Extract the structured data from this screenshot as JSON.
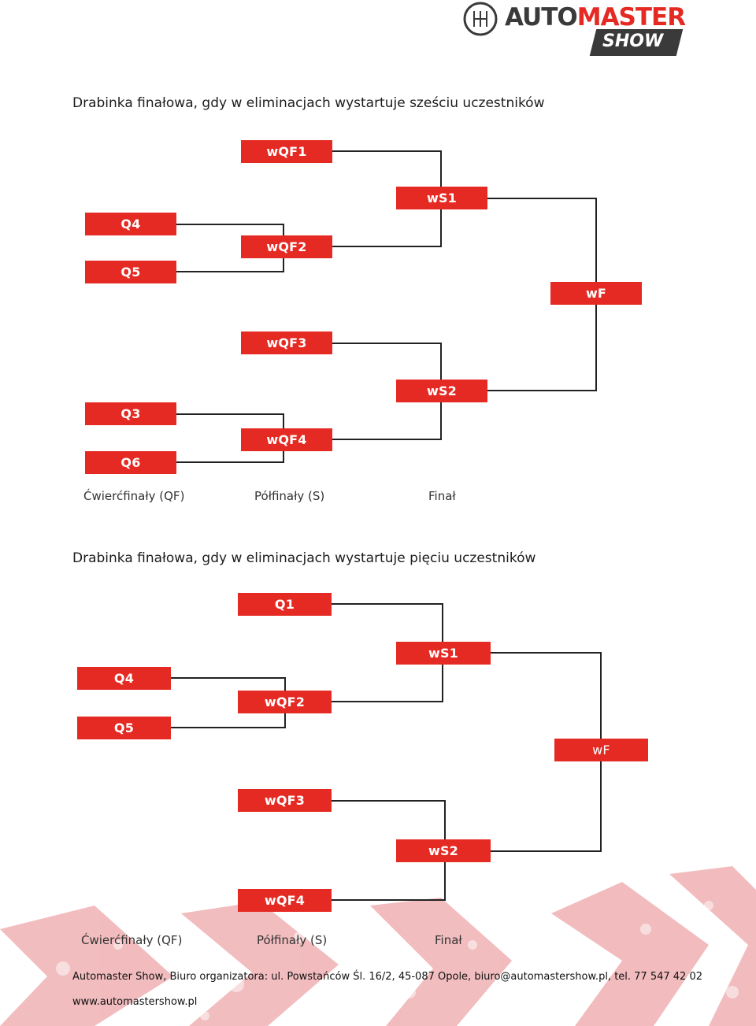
{
  "logo": {
    "auto": "AUTO",
    "master": "MASTER",
    "show": "SHOW",
    "colors": {
      "dark": "#3a3a3a",
      "red": "#e52a23"
    }
  },
  "bracket6": {
    "title": "Drabinka finałowa, gdy w eliminacjach wystartuje sześciu uczestników",
    "boxes": {
      "wqf1": "wQF1",
      "q4": "Q4",
      "q5": "Q5",
      "wqf2": "wQF2",
      "ws1": "wS1",
      "wf": "wF",
      "wqf3": "wQF3",
      "ws2": "wS2",
      "q3": "Q3",
      "q6": "Q6",
      "wqf4": "wQF4"
    },
    "stages": {
      "qf": "Ćwierćfinały (QF)",
      "s": "Półfinały (S)",
      "f": "Finał"
    }
  },
  "bracket5": {
    "title": "Drabinka finałowa, gdy w eliminacjach wystartuje pięciu uczestników",
    "boxes": {
      "q1": "Q1",
      "ws1": "wS1",
      "q4": "Q4",
      "q5": "Q5",
      "wqf2": "wQF2",
      "wf": "wF",
      "wqf3": "wQF3",
      "ws2": "wS2",
      "wqf4": "wQF4"
    },
    "stages": {
      "qf": "Ćwierćfinały (QF)",
      "s": "Półfinały (S)",
      "f": "Finał"
    }
  },
  "footer": {
    "line1": "Automaster Show, Biuro organizatora: ul. Powstańców Śl. 16/2, 45-087 Opole, biuro@automastershow.pl, tel. 77 547 42 02",
    "line2": "www.automastershow.pl"
  },
  "colors": {
    "box": "#e52a23",
    "line": "#222222",
    "decor": "#e8868a"
  }
}
